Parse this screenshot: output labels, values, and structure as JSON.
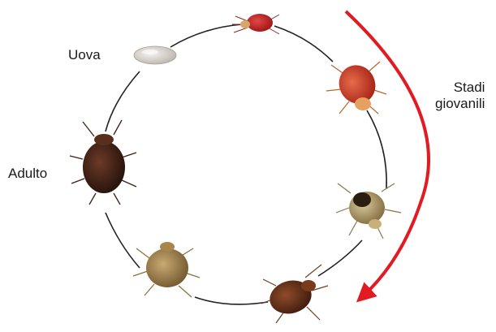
{
  "diagram": {
    "labels": {
      "eggs": "Uova",
      "adult": "Adulto",
      "juvenile_line1": "Stadi",
      "juvenile_line2": "giovanili"
    },
    "stages": [
      {
        "name": "egg-stage",
        "icon": "bedbug-egg-image"
      },
      {
        "name": "nymph-1",
        "icon": "bedbug-nymph-red-small-image"
      },
      {
        "name": "nymph-2",
        "icon": "bedbug-nymph-red-image"
      },
      {
        "name": "nymph-3",
        "icon": "bedbug-nymph-pale-image"
      },
      {
        "name": "nymph-4",
        "icon": "bedbug-nymph-brown-image"
      },
      {
        "name": "nymph-5",
        "icon": "bedbug-nymph-tan-image"
      },
      {
        "name": "adult-stage",
        "icon": "bedbug-adult-image"
      }
    ],
    "colors": {
      "cycle_line": "#222222",
      "juvenile_arrow": "#e21b23",
      "text": "#1a1a1a"
    }
  }
}
